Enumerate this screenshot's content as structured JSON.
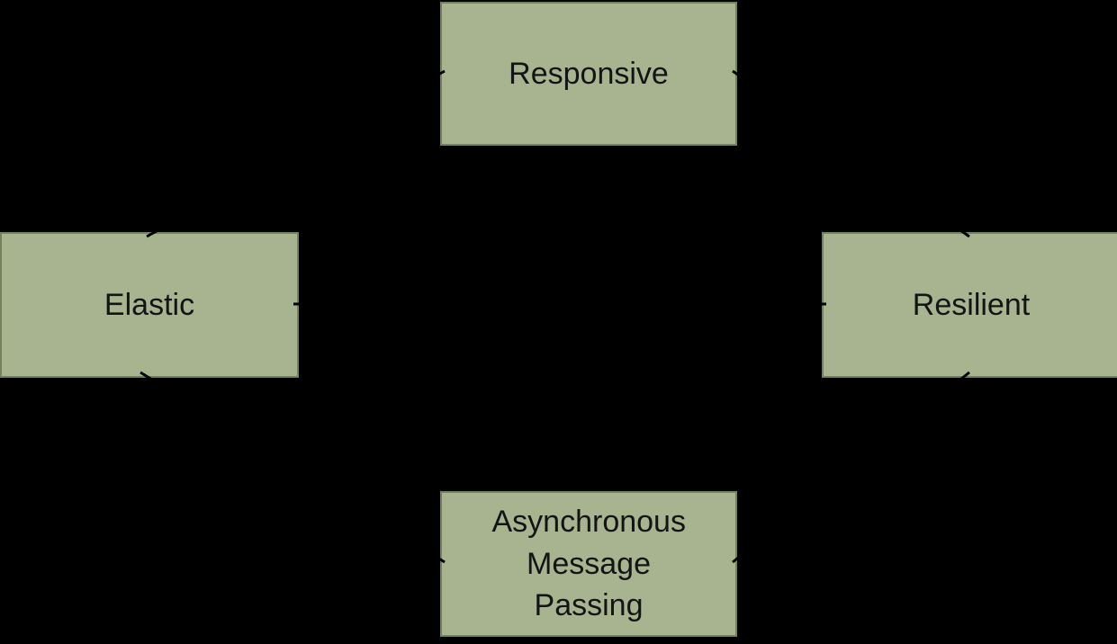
{
  "diagram": {
    "nodes": {
      "responsive": {
        "label": "Responsive"
      },
      "elastic": {
        "label": "Elastic"
      },
      "resilient": {
        "label": "Resilient"
      },
      "message_passing": {
        "label": "Asynchronous Message Passing"
      }
    },
    "edges": [
      {
        "from": "elastic",
        "to": "responsive"
      },
      {
        "from": "resilient",
        "to": "responsive"
      },
      {
        "from": "elastic",
        "to": "resilient"
      },
      {
        "from": "message_passing",
        "to": "elastic"
      },
      {
        "from": "message_passing",
        "to": "resilient"
      }
    ],
    "colors": {
      "background": "#000000",
      "node_fill": "#a8b390",
      "node_border": "#74845a",
      "node_text": "#141414",
      "connector": "#000000"
    }
  }
}
